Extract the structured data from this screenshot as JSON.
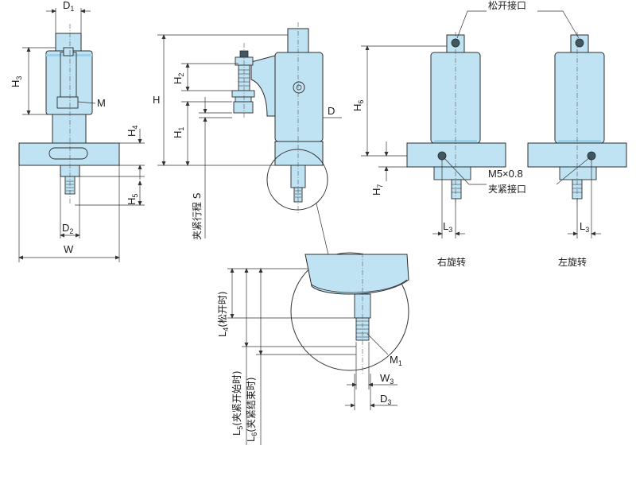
{
  "front_view": {
    "d1": "D",
    "d1_sub": "1",
    "h3": "H",
    "h3_sub": "3",
    "m": "M",
    "h4": "H",
    "h4_sub": "4",
    "h5": "H",
    "h5_sub": "5",
    "d2": "D",
    "d2_sub": "2",
    "w": "W"
  },
  "side_view": {
    "h2": "H",
    "h2_sub": "2",
    "h": "H",
    "h1": "H",
    "h1_sub": "1",
    "d": "D",
    "stroke_label": "夹紧行程 S"
  },
  "detail_view": {
    "l4": "L",
    "l4_sub": "4",
    "l4_note": "(松开时)",
    "l5": "L",
    "l5_sub": "5",
    "l5_note": "(夹紧开始时)",
    "l6": "L",
    "l6_sub": "6",
    "l6_note": "(夹紧结束时)",
    "m1": "M",
    "m1_sub": "1",
    "w3": "W",
    "w3_sub": "3",
    "d3": "D",
    "d3_sub": "3"
  },
  "rotation_views": {
    "release_port": "松开接口",
    "h6": "H",
    "h6_sub": "6",
    "h7": "H",
    "h7_sub": "7",
    "port_thread": "M5×0.8",
    "clamp_port": "夹紧接口",
    "l3_right": "L",
    "l3_right_sub": "3",
    "l3_left": "L",
    "l3_left_sub": "3",
    "right_rotation": "右旋转",
    "left_rotation": "左旋转"
  },
  "colors": {
    "body_fill": "#bfe3f3",
    "outline": "#2c2c2c",
    "port_fill": "#3f5663"
  }
}
